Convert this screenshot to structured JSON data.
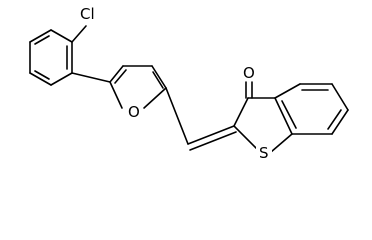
{
  "molecule": {
    "atoms": {
      "chlorine": "Cl",
      "furan_oxygen": "O",
      "ketone_oxygen": "O",
      "sulfur": "S"
    }
  }
}
